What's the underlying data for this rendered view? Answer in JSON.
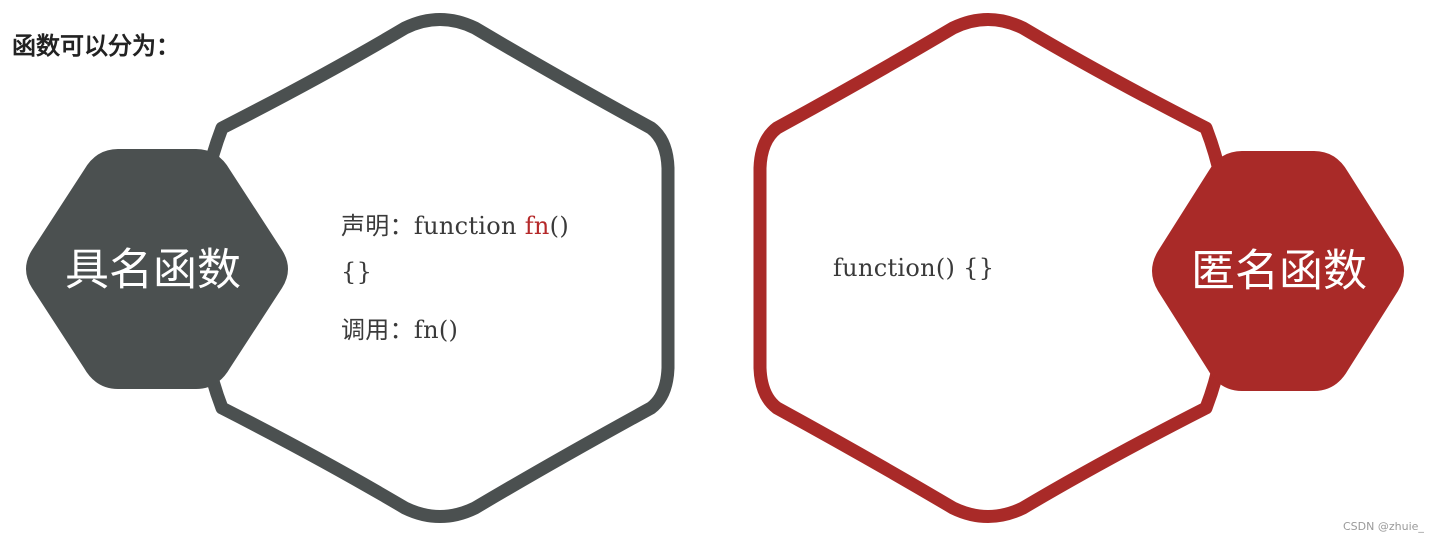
{
  "title": "函数可以分为：",
  "colors": {
    "named": "#4b5050",
    "anonymous": "#a92a28",
    "accent": "#b5292a",
    "text": "#3a3a3a"
  },
  "named": {
    "label": "具名函数",
    "declaration_prefix": "声明：function ",
    "declaration_name": "fn",
    "declaration_suffix": "()",
    "body": "{}",
    "call": "调用：fn()"
  },
  "anonymous": {
    "label": "匿名函数",
    "code": "function()  {}"
  },
  "watermark": "CSDN @zhuie_"
}
